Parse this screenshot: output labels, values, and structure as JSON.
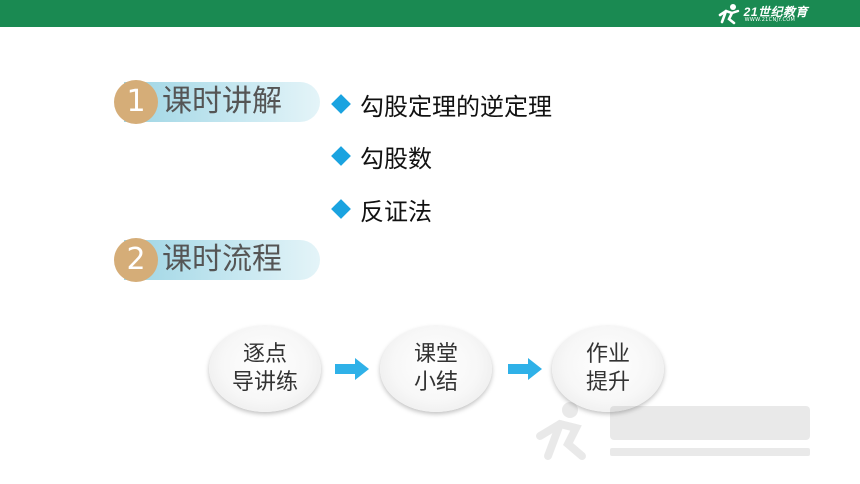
{
  "header": {
    "logo_text": "21世纪教育",
    "logo_subtext": "WWW.21CNJY.COM"
  },
  "sections": [
    {
      "number": "1",
      "title": "课时讲解"
    },
    {
      "number": "2",
      "title": "课时流程"
    }
  ],
  "bullets": [
    {
      "text": "勾股定理的逆定理"
    },
    {
      "text": "勾股数"
    },
    {
      "text": "反证法"
    }
  ],
  "flow": [
    {
      "line1": "逐点",
      "line2": "导讲练"
    },
    {
      "line1": "课堂",
      "line2": "小结"
    },
    {
      "line1": "作业",
      "line2": "提升"
    }
  ],
  "colors": {
    "topbar": "#1a8a52",
    "number_circle": "#d5ad78",
    "diamond": "#1aa3e0",
    "arrow": "#2fb1e8"
  }
}
